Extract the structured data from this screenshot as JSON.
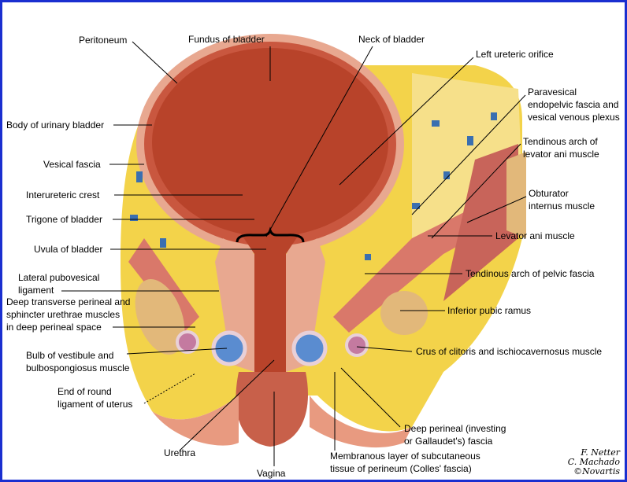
{
  "title": "Female urinary bladder and urethra, coronal section",
  "labels": {
    "peritoneum": "Peritoneum",
    "fundus": "Fundus of bladder",
    "neck": "Neck of bladder",
    "ureteric_orifice": "Left ureteric orifice",
    "paravesical": [
      "Paravesical",
      "endopelvic fascia and",
      "vesical venous plexus"
    ],
    "tendinous_levator": [
      "Tendinous arch of",
      "levator ani muscle"
    ],
    "obturator": [
      "Obturator",
      "internus muscle"
    ],
    "levator_ani": "Levator ani muscle",
    "tendinous_pelvic": "Tendinous arch of pelvic fascia",
    "pubic_ramus": "Inferior pubic ramus",
    "crus": "Crus of clitoris and ischiocavernosus muscle",
    "deep_perineal_fascia": [
      "Deep perineal (investing",
      "or Gallaudet's) fascia"
    ],
    "membranous_layer": [
      "Membranous layer of subcutaneous",
      "tissue of perineum (Colles' fascia)"
    ],
    "vagina": "Vagina",
    "urethra": "Urethra",
    "round_ligament": [
      "End of round",
      "ligament of uterus"
    ],
    "bulb": [
      "Bulb of vestibule and",
      "bulbospongiosus muscle"
    ],
    "deep_transverse": [
      "Deep transverse perineal and",
      "sphincter urethrae muscles",
      "in deep perineal space"
    ],
    "lateral_pubovesical": [
      "Lateral pubovesical",
      "ligament"
    ],
    "uvula": "Uvula of bladder",
    "trigone": "Trigone of bladder",
    "interureteric": "Interureteric crest",
    "vesical_fascia": "Vesical fascia",
    "body": "Body of urinary bladder"
  },
  "signature": [
    "F. Netter",
    "C. Machado",
    "©Novartis"
  ],
  "colors": {
    "border": "#1a2fd0",
    "bladder": "#b8432a",
    "fat": "#f3d34a",
    "muscle": "#d9786a",
    "vein": "#3a6fb0"
  }
}
